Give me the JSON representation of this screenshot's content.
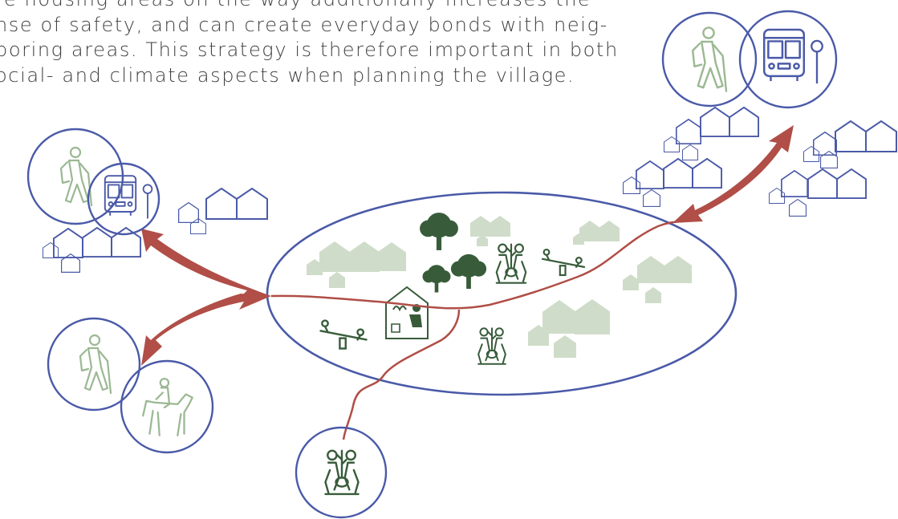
{
  "paragraph": {
    "lines": [
      "re housing areas on the way additionally increases the",
      "nse of safety, and can create everyday bonds with neig-",
      "boring areas. This strategy is therefore important in both",
      "ocial- and climate aspects when planning the village."
    ]
  },
  "diagram": {
    "central_zone": {
      "icons": [
        "tree-icon",
        "tree-icon",
        "tree-icon",
        "tree-icon",
        "planting-people-icon",
        "planting-people-icon",
        "seesaw-icon",
        "seesaw-icon",
        "community-house-icon"
      ]
    },
    "nodes": [
      {
        "icons": [
          "hiker-icon",
          "bus-icon",
          "bus-stop-icon"
        ]
      },
      {
        "icons": [
          "hiker-icon",
          "horse-rider-icon"
        ]
      },
      {
        "icons": [
          "planting-people-icon"
        ]
      },
      {
        "icons": [
          "hiker-icon",
          "bus-icon",
          "bus-stop-icon"
        ]
      }
    ],
    "colors": {
      "outline": "#4a5aa8",
      "arrow": "#b04e47",
      "light_green": "#cfdcc9",
      "dark_green": "#385c3a"
    }
  }
}
